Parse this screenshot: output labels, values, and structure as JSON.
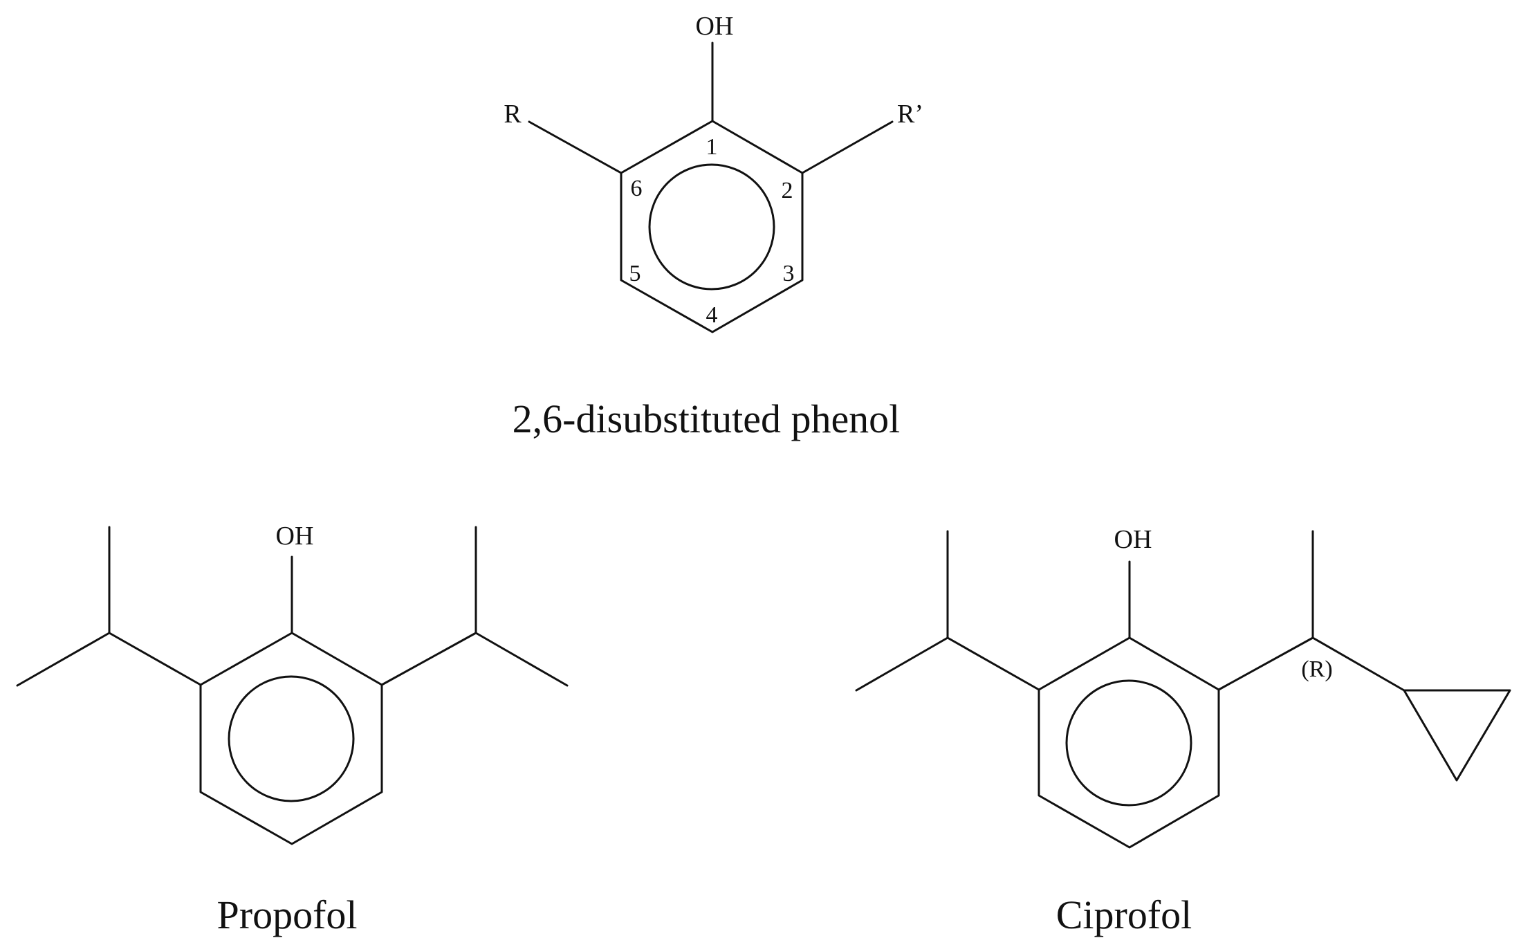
{
  "colors": {
    "line": "#111111",
    "background": "#ffffff"
  },
  "generic": {
    "hydroxyl": "OH",
    "substituent_left": "R",
    "substituent_right": "R’",
    "positions": [
      "1",
      "2",
      "3",
      "4",
      "5",
      "6"
    ],
    "caption": "2,6-disubstituted phenol"
  },
  "propofol": {
    "hydroxyl": "OH",
    "caption": "Propofol"
  },
  "ciprofol": {
    "hydroxyl": "OH",
    "stereo_label": "(R)",
    "caption": "Ciprofol"
  }
}
